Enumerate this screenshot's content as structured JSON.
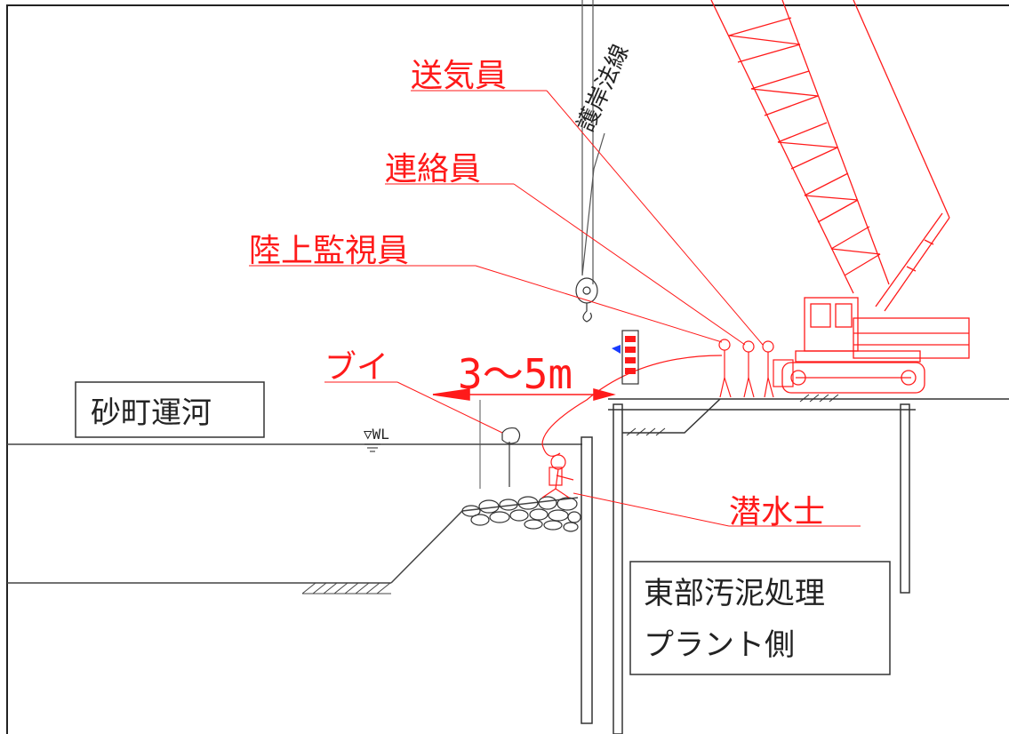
{
  "labels": {
    "air_supply": "送気員",
    "liaison": "連絡員",
    "land_monitor": "陸上監視員",
    "buoy": "ブイ",
    "distance": "3～5m",
    "diver": "潜水士",
    "canal": "砂町運河",
    "plant_line1": "東部汚泥処理",
    "plant_line2": "プラント側",
    "revetment_line": "護岸法線",
    "water_level": "▽WL"
  },
  "colors": {
    "annotation": "#ff1a1a",
    "linework": "#222222",
    "crane": "#ff1a1a",
    "flag": "#1a3cff"
  }
}
